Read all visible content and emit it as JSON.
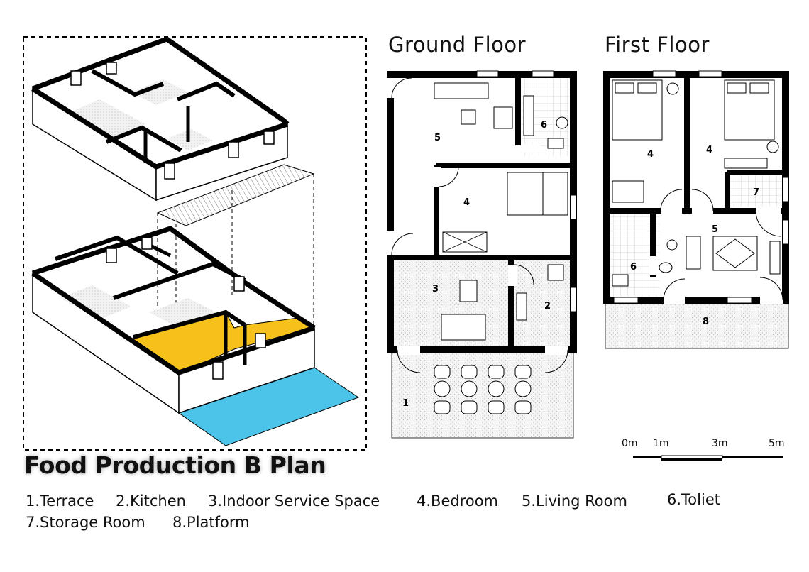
{
  "title": "Food Production B Plan",
  "floors": {
    "ground_title": "Ground Floor",
    "first_title": "First Floor"
  },
  "room_numbers": {
    "ground": [
      "5",
      "6",
      "4",
      "3",
      "2",
      "1"
    ],
    "first": [
      "4",
      "4",
      "7",
      "5",
      "6",
      "8"
    ]
  },
  "legend": {
    "row1": [
      "1.Terrace",
      "2.Kitchen",
      "3.Indoor Service Space",
      "4.Bedroom",
      "5.Living Room",
      "6.Toliet"
    ],
    "row2": [
      "7.Storage Room",
      "8.Platform"
    ]
  },
  "scale": {
    "labels": [
      "0m",
      "1m",
      "3m",
      "5m"
    ]
  },
  "colors": {
    "highlight_yellow": "#f5c11a",
    "platform_blue": "#4cc3e8",
    "wall": "#000000",
    "floor_tile": "#e9e9e9"
  }
}
